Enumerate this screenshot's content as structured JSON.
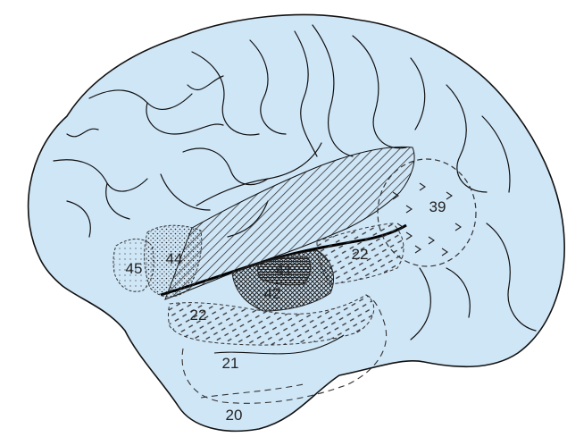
{
  "colors": {
    "brain_fill": "#cfe6f7",
    "outline": "#111111",
    "hatch": "#333333"
  },
  "areas": {
    "a45": "45",
    "a44": "44",
    "a41": "41",
    "a42": "42",
    "a22_upper": "22",
    "a22_lower": "22",
    "a39": "39",
    "a21": "21",
    "a20": "20"
  }
}
